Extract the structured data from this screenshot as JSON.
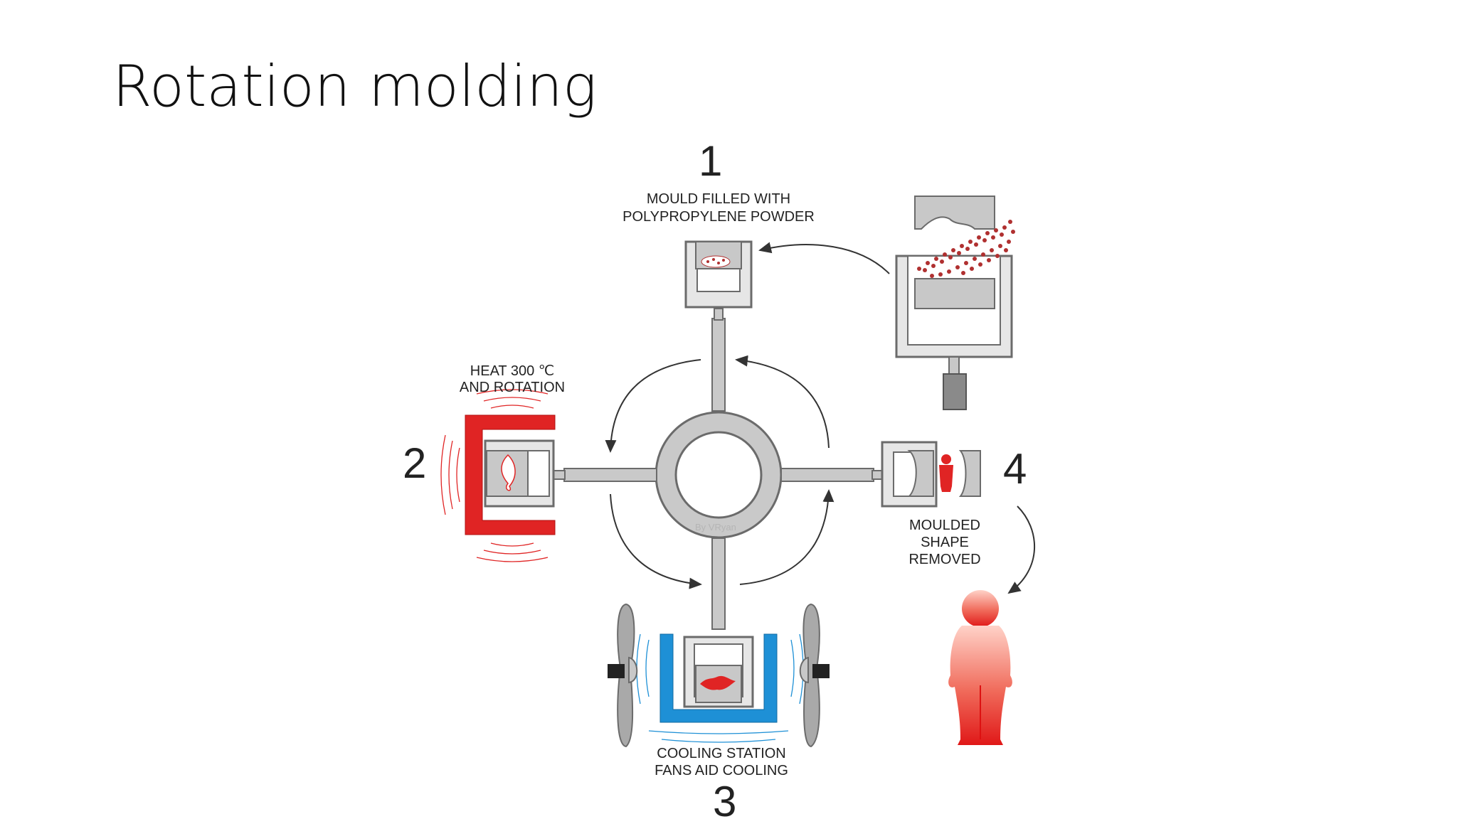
{
  "slide": {
    "title": "Rotation molding"
  },
  "diagram": {
    "station1": {
      "number": "1",
      "caption_line1": "MOULD FILLED WITH",
      "caption_line2": "POLYPROPYLENE POWDER"
    },
    "station2": {
      "number": "2",
      "caption_line1": "HEAT 300 ℃",
      "caption_line2": "AND ROTATION"
    },
    "station3": {
      "number": "3",
      "caption_line1": "COOLING STATION",
      "caption_line2": "FANS AID COOLING"
    },
    "station4": {
      "number": "4",
      "caption_line1": "MOULDED",
      "caption_line2": "SHAPE",
      "caption_line3": "REMOVED"
    },
    "watermark": "By VRyan",
    "colors": {
      "heat": "#e02424",
      "cool": "#1e90d6",
      "frame": "#8c8c8c",
      "mould": "#c8c8c8",
      "powder": "#b03030"
    }
  }
}
